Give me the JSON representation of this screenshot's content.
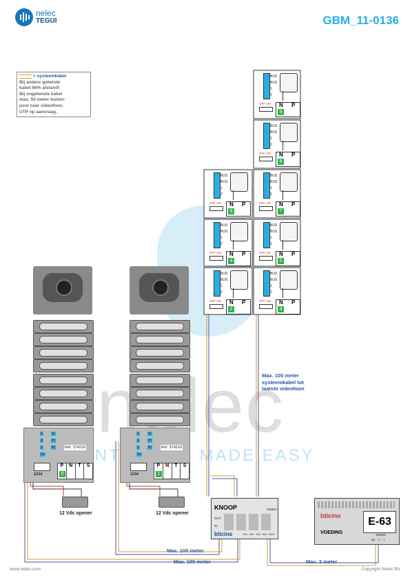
{
  "header": {
    "brand": "nelec",
    "brand_sub": "TEGUI",
    "doc_code": "GBM_11-0136"
  },
  "note": {
    "cable_label": "= systeemkabel",
    "lines": [
      "Bij andere getwiste",
      "kabel 66% afstand!",
      "Bij ongetwiste kabel",
      "max. 50 meter buiten-",
      "post naar videofoon.",
      "UTP op aanvraag."
    ]
  },
  "watermark": {
    "text": "nelec",
    "tagline": "INTERCOM MADE EASY"
  },
  "videophones": {
    "terminal_labels": [
      "BUS",
      "BUS",
      "1",
      "2"
    ],
    "switch_label": "OFF ON",
    "n_label": "N",
    "p_label": "P",
    "units": [
      {
        "number": "9"
      },
      {
        "number": "8"
      },
      {
        "number": "6"
      },
      {
        "number": "7"
      },
      {
        "number": "4"
      },
      {
        "number": "5"
      },
      {
        "number": "2"
      },
      {
        "number": "3"
      }
    ]
  },
  "panel_module": {
    "ref_label": "Ref. 374210",
    "terminal_labels": [
      "1",
      "2",
      "3",
      "S+",
      "S-",
      "PI",
      "PI"
    ],
    "dip_label": "1234",
    "cfg_labels": [
      "P",
      "N",
      "T",
      "S"
    ],
    "units": [
      {
        "p_value": "0"
      },
      {
        "p_value": "1"
      }
    ]
  },
  "openers": [
    {
      "label": "12 Vdc opener"
    },
    {
      "label": "12 Vdc opener"
    }
  ],
  "node": {
    "label": "KNOOP",
    "code": "346841",
    "brand": "bticino",
    "out_label": "OUT",
    "in_label": "IN",
    "in_terms": [
      "IN1",
      "IN2",
      "IN3",
      "IN4",
      "BUS"
    ]
  },
  "psu": {
    "brand": "bticino",
    "model": "E-63",
    "label": "VOEDING",
    "code": "346000",
    "terms": [
      "BB",
      "T T",
      "T"
    ]
  },
  "distances": {
    "riser": [
      "Max. 100 meter",
      "systeemkabel tot",
      "laatste videofoon"
    ],
    "panel2": "Max. 100 meter",
    "panel1": "Max. 100 meter",
    "psu": "Max. 2 meter"
  },
  "footer": {
    "left": "www.nelec.com",
    "right": "Copyright Nelec BV"
  },
  "colors": {
    "accent": "#29aee3",
    "brand_dark": "#0a4d8c",
    "cable_gold": "#c8a032",
    "cable_purple": "#5a4aa0",
    "cable_red": "#c0392b"
  }
}
